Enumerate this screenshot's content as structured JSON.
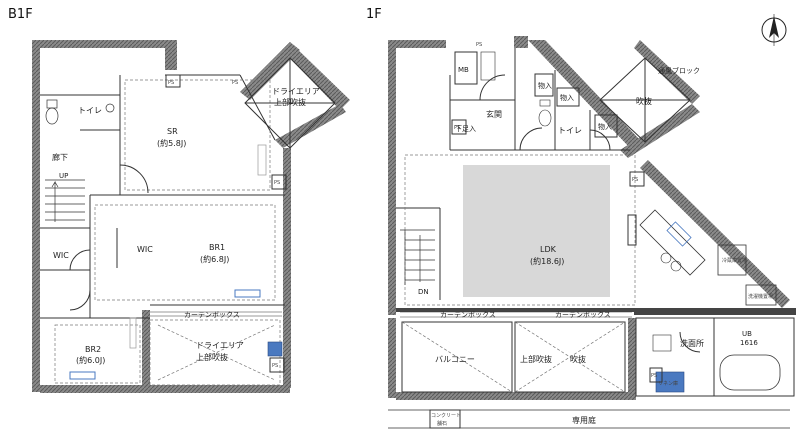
{
  "floors": {
    "b1": {
      "label": "B1F",
      "rooms": {
        "sr": "SR",
        "sr_size": "(約5.8J)",
        "dry_area": "ドライエリア",
        "dry_area_sub": "上部吹抜",
        "toilet": "トイレ",
        "hall": "廊下",
        "up": "UP",
        "wic_a": "WIC",
        "wic_b": "WIC",
        "br1": "BR1",
        "br1_size": "(約6.8J)",
        "br2": "BR2",
        "br2_size": "(約6.0J)",
        "curtain_box": "カーテンボックス",
        "dry_area2": "ドライエリア",
        "dry_area2_sub": "上部吹抜",
        "ps_a": "PS",
        "ps_b": "PS",
        "ps_c": "PS",
        "ps_d": "PS"
      }
    },
    "f1": {
      "label": "1F",
      "rooms": {
        "mb": "MB",
        "storage_a": "物入",
        "storage_b": "物入",
        "storage_c": "物入",
        "entrance": "玄関",
        "shoe_box": "下足入",
        "toilet": "トイレ",
        "vent_block": "通風ブロック",
        "void": "吹抜",
        "ldk": "LDK",
        "ldk_size": "(約18.6J)",
        "dn": "DN",
        "curtain_box_a": "カーテンボックス",
        "curtain_box_b": "カーテンボックス",
        "balcony": "バルコニー",
        "void_top": "上部吹抜",
        "void2": "吹抜",
        "washroom": "洗面所",
        "ub": "UB",
        "ub_size": "1616",
        "garden": "専用庭",
        "concrete": "コンクリート",
        "concrete_sub": "舗石",
        "ps_a": "PS",
        "ps_b": "PS",
        "ps_c": "PS",
        "ps_d": "PS",
        "washer_label": "洗濯機置場",
        "linen_label": "リネン庫",
        "fridge_label": "冷蔵庫置場"
      }
    }
  }
}
